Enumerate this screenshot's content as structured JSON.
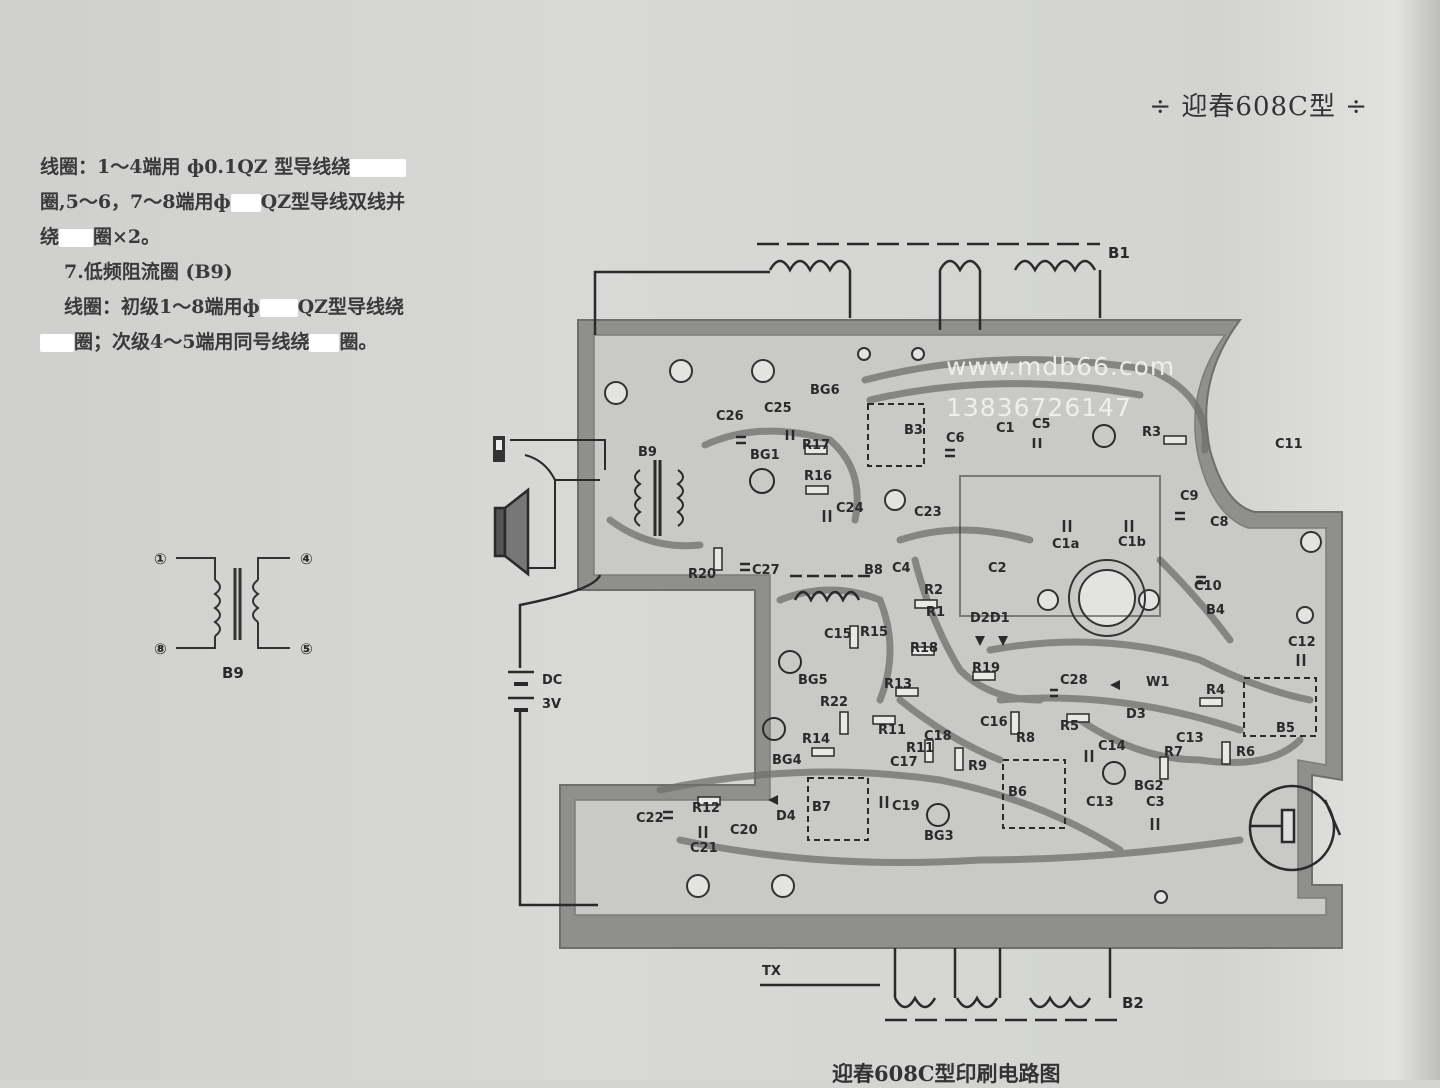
{
  "header": {
    "title": "÷ 迎春608C型 ÷"
  },
  "text_lines": [
    {
      "before": "线圈：1～4端用 ф0.1QZ 型导线绕",
      "after": ""
    },
    {
      "before": "圈,5～6，7～8端用ф",
      "after": "QZ型导线双线并"
    },
    {
      "before": "绕",
      "after": "圈×2。"
    },
    {
      "before": "7.低频阻流圈 (B9)",
      "after": ""
    },
    {
      "before": "线圈：初级1～8端用ф",
      "after": "QZ型导线绕"
    },
    {
      "before": "",
      "after": "圈；次级4～5端用同号线绕",
      "tail": "圈。"
    }
  ],
  "small_transformer": {
    "pins": [
      "①",
      "④",
      "⑧",
      "⑤"
    ],
    "label": "B9"
  },
  "watermark": {
    "site": "www.mdb66.com",
    "phone": "13836726147"
  },
  "caption": "迎春608C型印刷电路图",
  "component_labels": {
    "B1": "B1",
    "B2": "B2",
    "B3": "B3",
    "B4": "B4",
    "B5": "B5",
    "B6": "B6",
    "B7": "B7",
    "B8": "B8",
    "B9": "B9",
    "BG1": "BG1",
    "BG2": "BG2",
    "BG3": "BG3",
    "BG4": "BG4",
    "BG5": "BG5",
    "BG6": "BG6",
    "C1": "C1",
    "C2": "C2",
    "C3": "C3",
    "C4": "C4",
    "C5": "C5",
    "C6": "C6",
    "C8": "C8",
    "C9": "C9",
    "C10": "C10",
    "C11": "C11",
    "C1a": "C1a",
    "C1b": "C1b",
    "C12": "C12",
    "C13": "C13",
    "C14": "C14",
    "C15": "C15",
    "C16": "C16",
    "C17": "C17",
    "C18": "C18",
    "C19": "C19",
    "C20": "C20",
    "C21": "C21",
    "C22": "C22",
    "C23": "C23",
    "C24": "C24",
    "C25": "C25",
    "C26": "C26",
    "C27": "C27",
    "C28": "C28",
    "R1": "R1",
    "R2": "R2",
    "R3": "R3",
    "R4": "R4",
    "R5": "R5",
    "R6": "R6",
    "R7": "R7",
    "R8": "R8",
    "R9": "R9",
    "R11": "R11",
    "R12": "R12",
    "R13": "R13",
    "R14": "R14",
    "R15": "R15",
    "R16": "R16",
    "R17": "R17",
    "R18": "R18",
    "R19": "R19",
    "R20": "R20",
    "R22": "R22",
    "D1D2": "D2D1",
    "D3": "D3",
    "D4": "D4",
    "W1": "W1",
    "DC": "DC",
    "V3": "3V",
    "TX": "TX"
  }
}
